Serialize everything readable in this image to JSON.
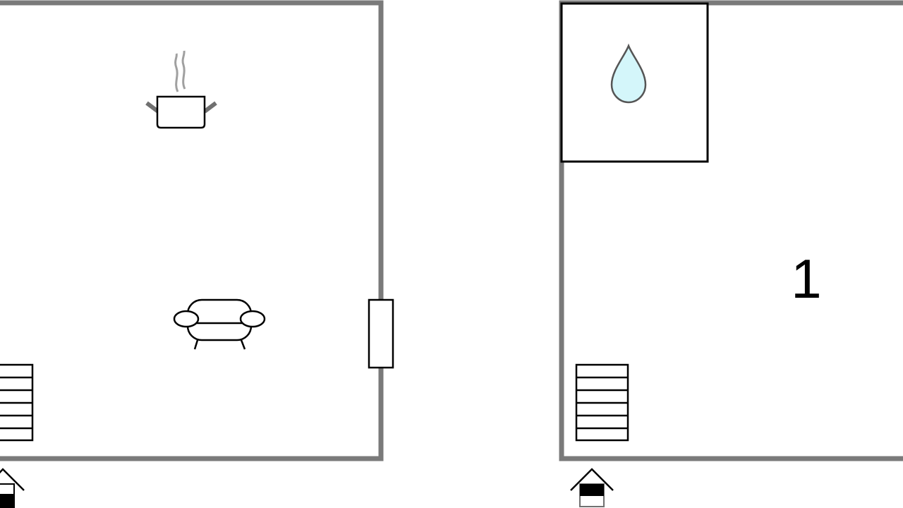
{
  "floors": [
    {
      "id": "ground-floor",
      "rooms": [
        {
          "type": "kitchen",
          "icon": "cooking-pot-icon"
        },
        {
          "type": "living-room",
          "icon": "sofa-icon"
        }
      ],
      "features": [
        "stairs",
        "window",
        "entrance"
      ]
    },
    {
      "id": "upper-floor",
      "rooms": [
        {
          "type": "bathroom",
          "icon": "water-drop-icon"
        },
        {
          "type": "bedroom",
          "label": "1"
        }
      ],
      "features": [
        "stairs",
        "floor-indicator"
      ]
    }
  ],
  "colors": {
    "wall": "#7a7a7a",
    "line": "#000000",
    "steam": "#a0a0a0",
    "water_fill": "#d4f6fa",
    "water_stroke": "#555555",
    "background": "#ffffff"
  }
}
